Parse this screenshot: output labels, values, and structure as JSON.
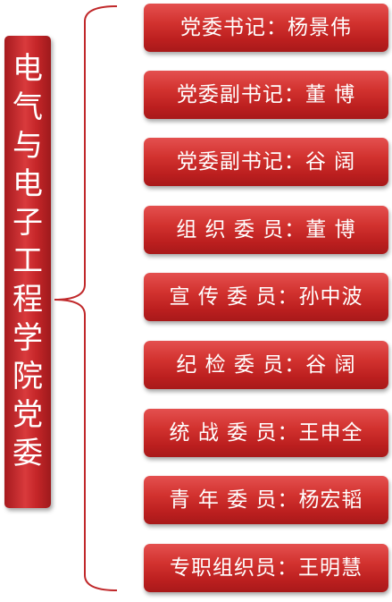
{
  "org": {
    "title_chars": [
      "电",
      "气",
      "与",
      "电",
      "子",
      "工",
      "程",
      "学",
      "院",
      "党",
      "委"
    ]
  },
  "roles": [
    {
      "label": "党委书记：杨景伟"
    },
    {
      "label": "党委副书记：董  博"
    },
    {
      "label": "党委副书记：谷  阔"
    },
    {
      "label": "组 织 委 员：董  博"
    },
    {
      "label": "宣 传 委 员：孙中波"
    },
    {
      "label": "纪 检 委 员：谷   阔"
    },
    {
      "label": "统 战 委 员：王申全"
    },
    {
      "label": "青 年 委 员：杨宏韬"
    },
    {
      "label": "专职组织员：王明慧"
    }
  ],
  "colors": {
    "box_red": "#c42528",
    "brace": "#c0282a",
    "text": "#ffffff"
  }
}
